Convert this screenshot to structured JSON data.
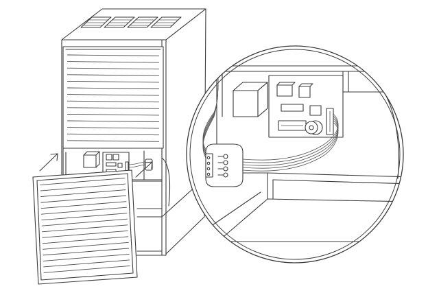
{
  "diagram": {
    "subject": "furnace-control-board-access",
    "line_color": "#3a3a3a",
    "background_color": "#ffffff",
    "components": [
      "furnace-cabinet",
      "top-vent-grilles",
      "upper-louvered-door",
      "removed-lower-door",
      "control-board",
      "magnified-detail-circle",
      "wire-harness",
      "harness-connector"
    ]
  }
}
